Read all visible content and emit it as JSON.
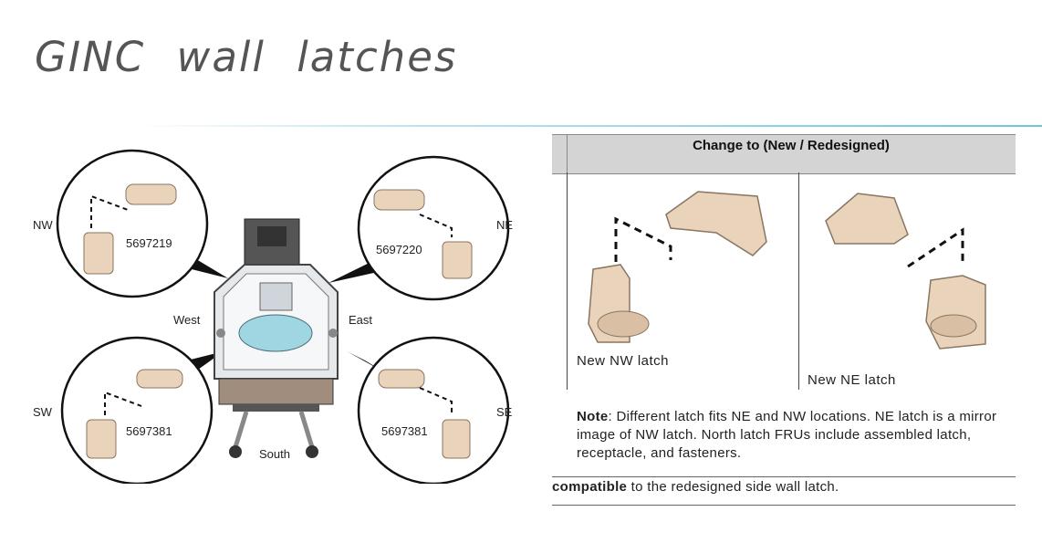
{
  "title": "GINC  wall  latches",
  "diagram": {
    "positions": {
      "nw": "NW",
      "ne": "NE",
      "sw": "SW",
      "se": "SE",
      "west": "West",
      "east": "East",
      "south": "South"
    },
    "part_numbers": {
      "nw": "5697219",
      "ne": "5697220",
      "sw": "5697381",
      "se": "5697381"
    }
  },
  "table": {
    "header": "Change to (New / Redesigned)",
    "nw_caption": "New NW latch",
    "ne_caption": "New NE latch",
    "note_label": "Note",
    "note_text": ": Different latch fits NE and NW locations. NE latch is a mirror image of NW latch. North latch FRUs include assembled latch, receptacle, and fasteners.",
    "compat_bold": "compatible",
    "compat_text": " to the redesigned side wall latch."
  },
  "colors": {
    "latch": "#e9d3bb",
    "latch_dark": "#c7a98a",
    "glass": "#9fd6e2",
    "accent_rule": "#6ec6dc"
  }
}
